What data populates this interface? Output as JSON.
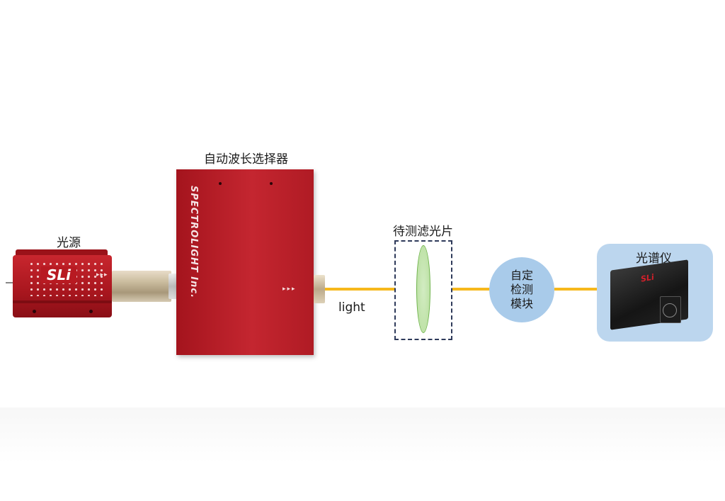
{
  "labels": {
    "light_source": "光源",
    "wavelength_selector": "自动波长选择器",
    "filter_under_test": "待测滤光片",
    "detection_module": "自定\n检测\n模块",
    "spectrometer": "光谱仪",
    "beam": "light"
  },
  "device_text": {
    "source_logo": "SLi",
    "selector_brand": "SPECTROLIGHT Inc.",
    "source_arrows": "▸▸▸",
    "selector_arrows": "▸▸▸",
    "spectrometer_logo": "SLi"
  },
  "colors": {
    "beam": "#f6b81c",
    "device_red": "#b81a22",
    "module_blue": "#a9cbea",
    "spectrometer_panel": "#bcd6ee",
    "filter_border": "#2e3a5a",
    "lens_green": "#bfe2a8"
  }
}
